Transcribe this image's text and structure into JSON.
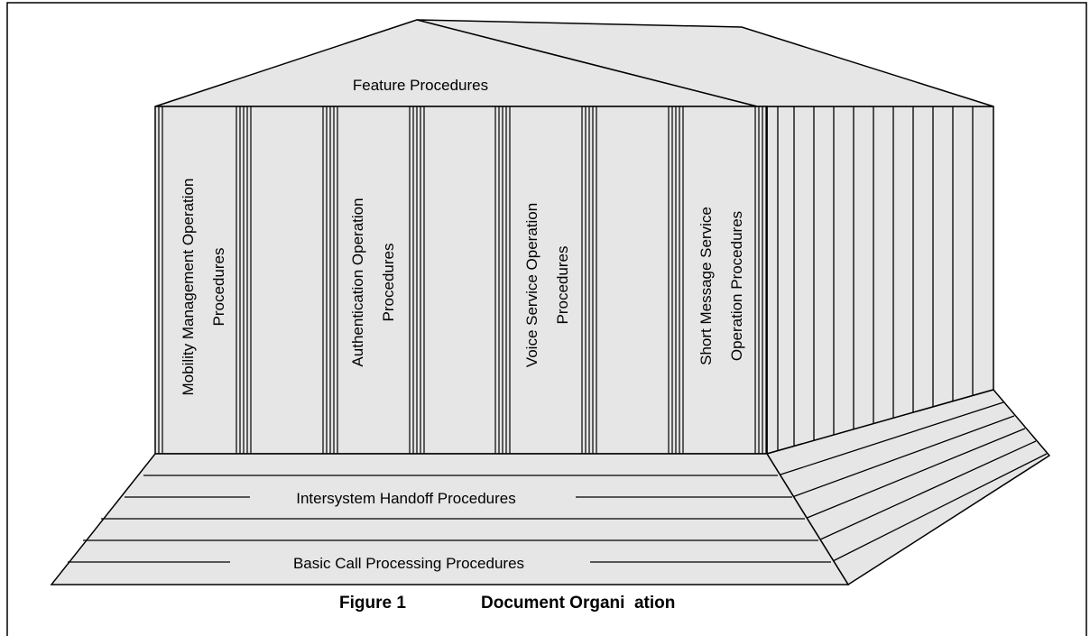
{
  "diagram": {
    "roof_label": "Feature Procedures",
    "columns": [
      {
        "line1": "Mobility Management Operation",
        "line2": "Procedures"
      },
      {
        "line1": "Authentication Operation",
        "line2": "Procedures"
      },
      {
        "line1": "Voice Service Operation",
        "line2": "Procedures"
      },
      {
        "line1": "Short Message Service",
        "line2": "Operation Procedures"
      }
    ],
    "steps": [
      {
        "label": "Intersystem Handoff Procedures"
      },
      {
        "label": "Basic Call Processing Procedures"
      }
    ],
    "caption_number": "Figure 1",
    "caption_title": "Document Organi  ation",
    "colors": {
      "fill": "#e6e6e6",
      "stroke": "#000000",
      "background": "#ffffff"
    }
  }
}
